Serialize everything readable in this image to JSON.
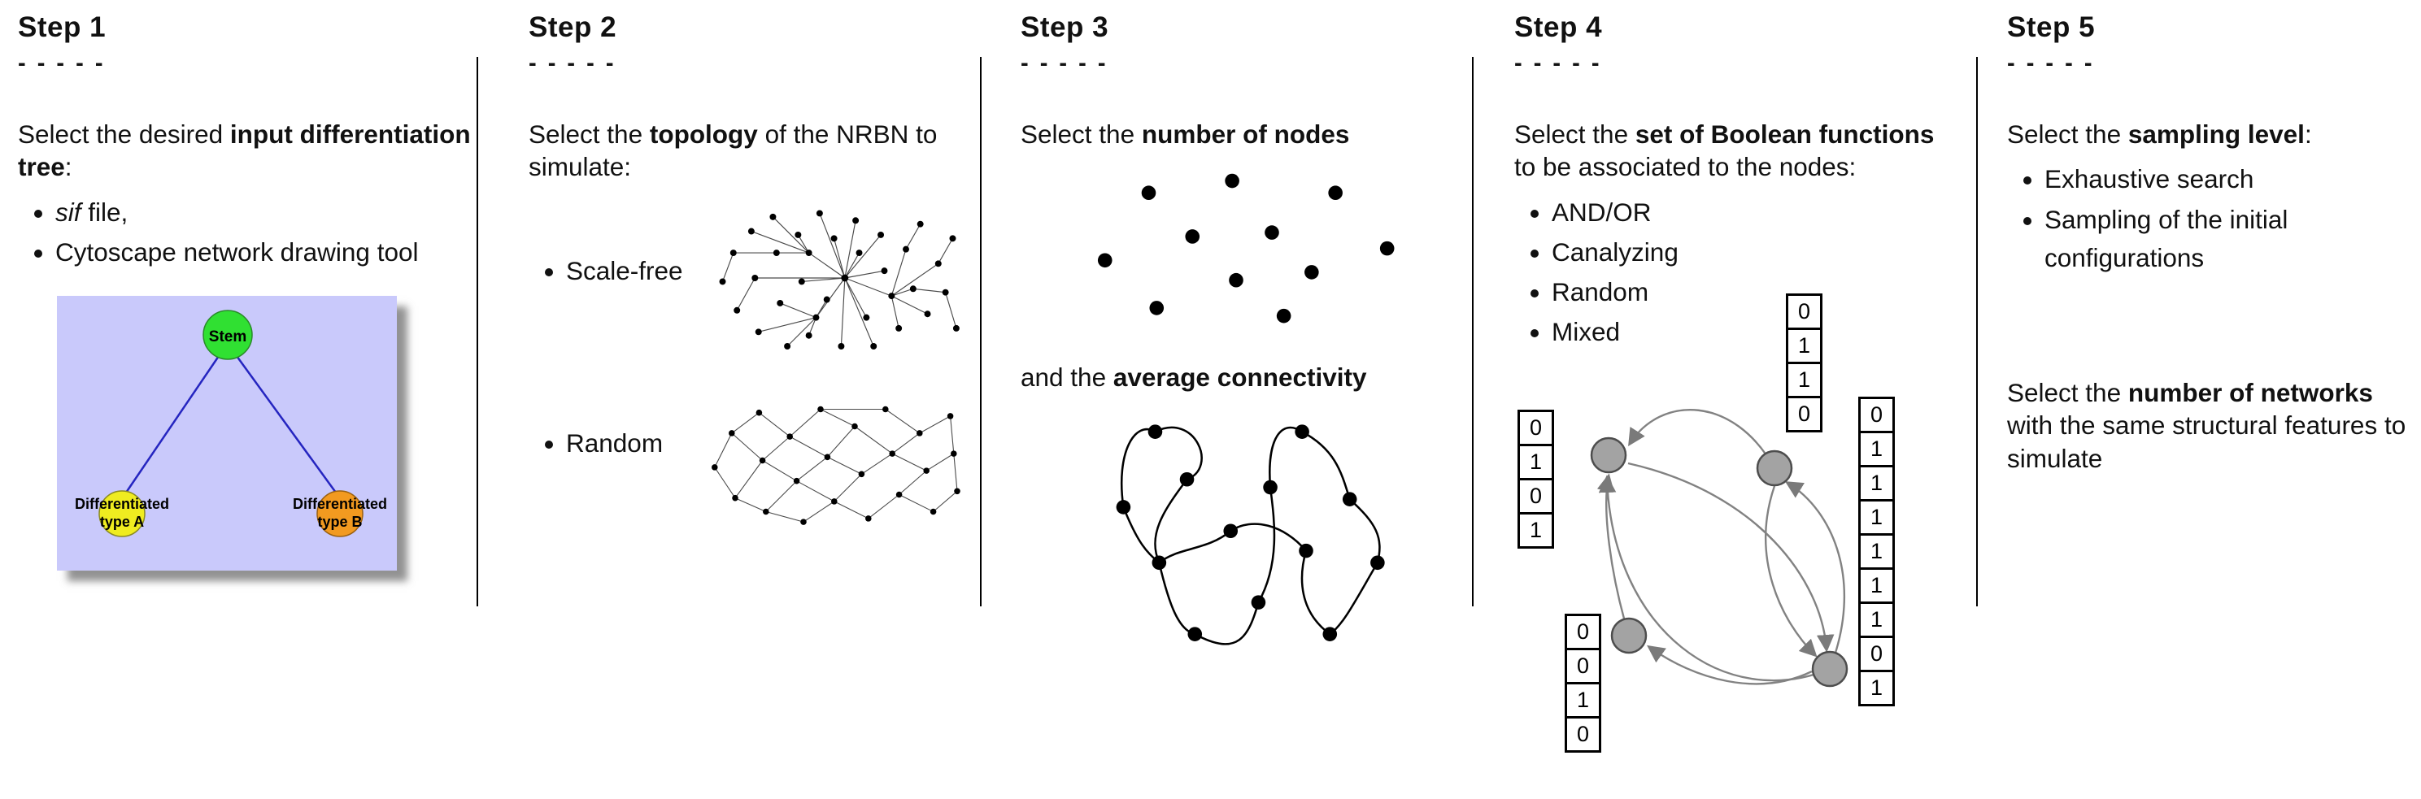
{
  "page": {
    "background": "#ffffff",
    "divider_color": "#000000"
  },
  "steps": [
    {
      "title": "Step 1",
      "dashes": "- - - - -",
      "intro": {
        "pre": "Select the desired ",
        "bold": "input differentiation tree",
        "post": ":"
      },
      "bullet_sif": {
        "italic": "sif",
        "rest": " file,"
      },
      "bullet_cytoscape": "Cytoscape network drawing tool",
      "figure": {
        "background": "#c9c9fb",
        "edge_color": "#2525c0",
        "stem": {
          "label": "Stem",
          "color": "#30e032"
        },
        "type_a": {
          "line1": "Differentiated",
          "line2": "type A",
          "color": "#efec20"
        },
        "type_b": {
          "line1": "Differentiated",
          "line2": "type B",
          "color": "#f29a20"
        }
      }
    },
    {
      "title": "Step 2",
      "dashes": "- - - - -",
      "intro": {
        "pre": "Select the ",
        "bold": "topology",
        "post": " of the NRBN to simulate:"
      },
      "options": [
        {
          "label": "Scale-free"
        },
        {
          "label": "Random"
        }
      ]
    },
    {
      "title": "Step 3",
      "dashes": "- - - - -",
      "p1": {
        "pre": "Select the ",
        "bold": "number of nodes",
        "post": ""
      },
      "p2": {
        "pre": "and the ",
        "bold": "average connectivity",
        "post": ""
      }
    },
    {
      "title": "Step 4",
      "dashes": "- - - - -",
      "intro": {
        "pre": "Select the ",
        "bold": "set of Boolean functions",
        "post": " to be associated to the nodes:"
      },
      "bullets": [
        "AND/OR",
        "Canalyzing",
        "Random",
        "Mixed"
      ],
      "node_color": "#a3a3a3",
      "tables": {
        "left": [
          "0",
          "1",
          "0",
          "1"
        ],
        "top": [
          "0",
          "1",
          "1",
          "0"
        ],
        "bottom": [
          "0",
          "0",
          "1",
          "0"
        ],
        "right": [
          "0",
          "1",
          "1",
          "1",
          "1",
          "1",
          "1",
          "0",
          "1"
        ]
      }
    },
    {
      "title": "Step 5",
      "dashes": "- - - - -",
      "p1": {
        "pre": "Select the ",
        "bold": "sampling level",
        "post": ":"
      },
      "bullets": [
        "Exhaustive search",
        "Sampling of the initial configurations"
      ],
      "p2": {
        "pre": "Select the ",
        "bold": "number of networks",
        "post": " with the same structural features to simulate"
      }
    }
  ]
}
